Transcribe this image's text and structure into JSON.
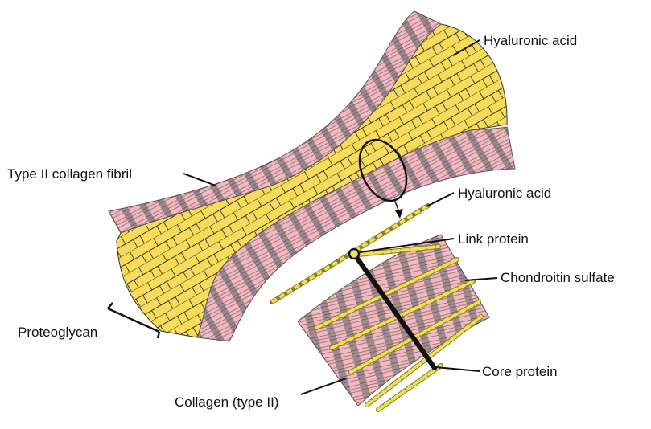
{
  "labels": {
    "hyaluronic_acid_top": "Hyaluronic acid",
    "type_ii_collagen_fibril": "Type II collagen fibril",
    "hyaluronic_acid_mid": "Hyaluronic acid",
    "link_protein": "Link protein",
    "chondroitin_sulfate": "Chondroitin sulfate",
    "proteoglycan": "Proteoglycan",
    "core_protein": "Core protein",
    "collagen_type_ii": "Collagen (type II)"
  },
  "colors": {
    "collagen_pink": "#f4b8c0",
    "collagen_band": "#8c7f83",
    "matrix_yellow": "#f7dc5a",
    "bead_yellow": "#efe05a",
    "outline": "#222222"
  },
  "icons": [
    "zoom-circle-icon",
    "arrow-down-icon"
  ]
}
